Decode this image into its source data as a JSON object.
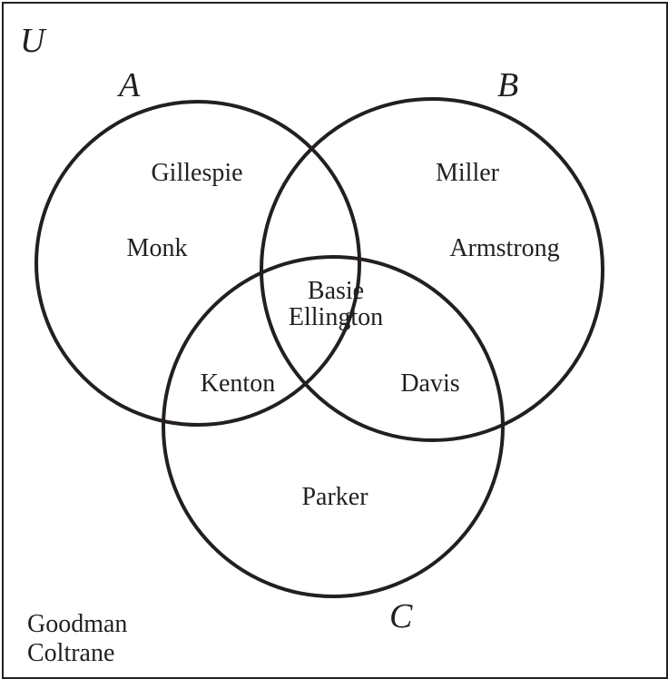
{
  "colors": {
    "ink": "#231f20",
    "background": "#ffffff"
  },
  "venn": {
    "universe_label": "U",
    "sets": {
      "a": {
        "label": "A"
      },
      "b": {
        "label": "B"
      },
      "c": {
        "label": "C"
      }
    },
    "regions": {
      "a_only": [
        "Gillespie",
        "Monk"
      ],
      "b_only": [
        "Miller",
        "Armstrong"
      ],
      "a_b_c": [
        "Basie",
        "Ellington"
      ],
      "a_c_only": [
        "Kenton"
      ],
      "b_c_only": [
        "Davis"
      ],
      "c_only": [
        "Parker"
      ],
      "outside": [
        "Goodman",
        "Coltrane"
      ]
    }
  }
}
